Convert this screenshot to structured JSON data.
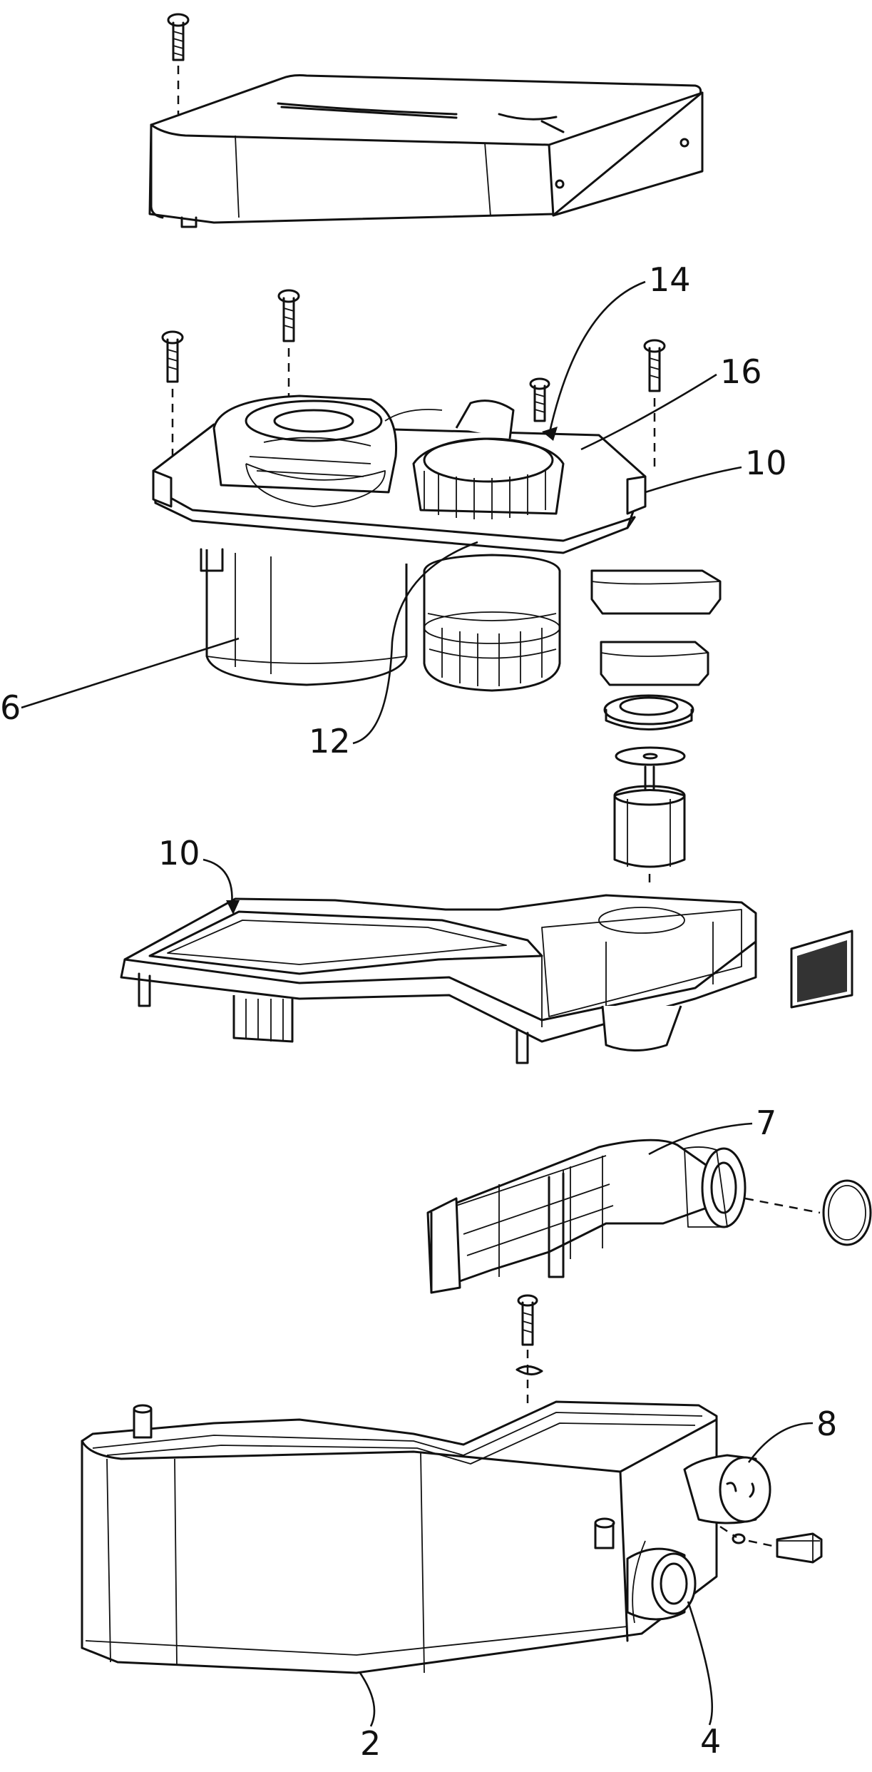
{
  "labels": {
    "cover_id": "",
    "l14": "14",
    "l16": "16",
    "l10_top": "10",
    "l6": "6",
    "l12": "12",
    "l10_mid": "10",
    "l7": "7",
    "l8": "8",
    "l2": "2",
    "l4": "4"
  }
}
